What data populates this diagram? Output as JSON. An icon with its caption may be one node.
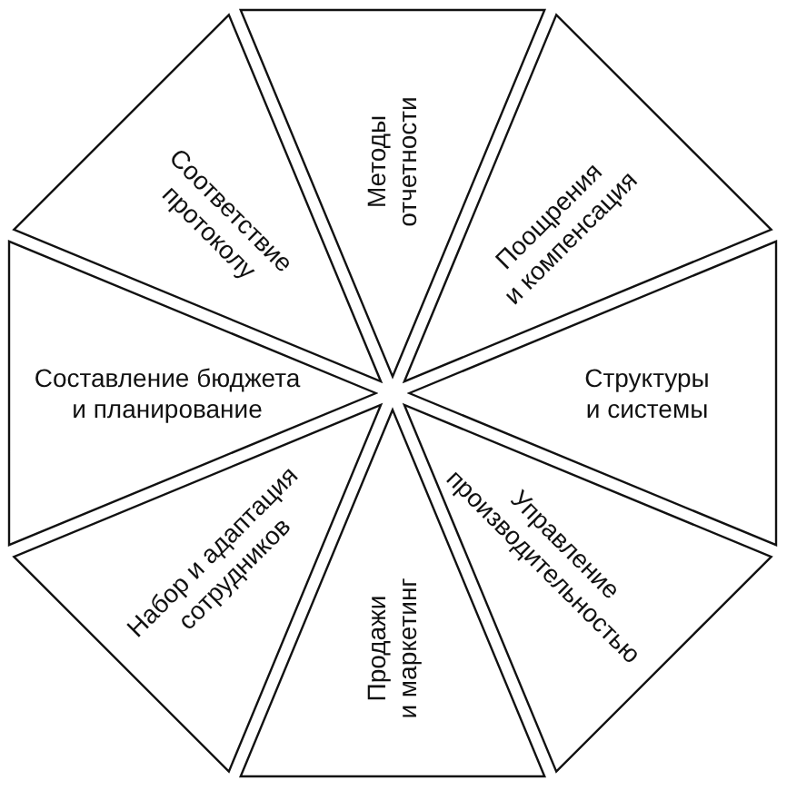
{
  "diagram": {
    "nodes": [
      {
        "text": [
          "Методы отчетности"
        ]
      },
      {
        "text": [
          "Поощрения и компенсация"
        ]
      },
      {
        "text": [
          "Структуры и системы"
        ]
      },
      {
        "text": [
          "Управление производительностью"
        ]
      },
      {
        "text": [
          "Продажи и маркетинг"
        ]
      },
      {
        "text": [
          "Набор и адаптация сотрудников"
        ]
      },
      {
        "text": [
          "Составление бюджета и планирование"
        ]
      },
      {
        "text": [
          "Соответствие протоколу"
        ]
      }
    ]
  }
}
